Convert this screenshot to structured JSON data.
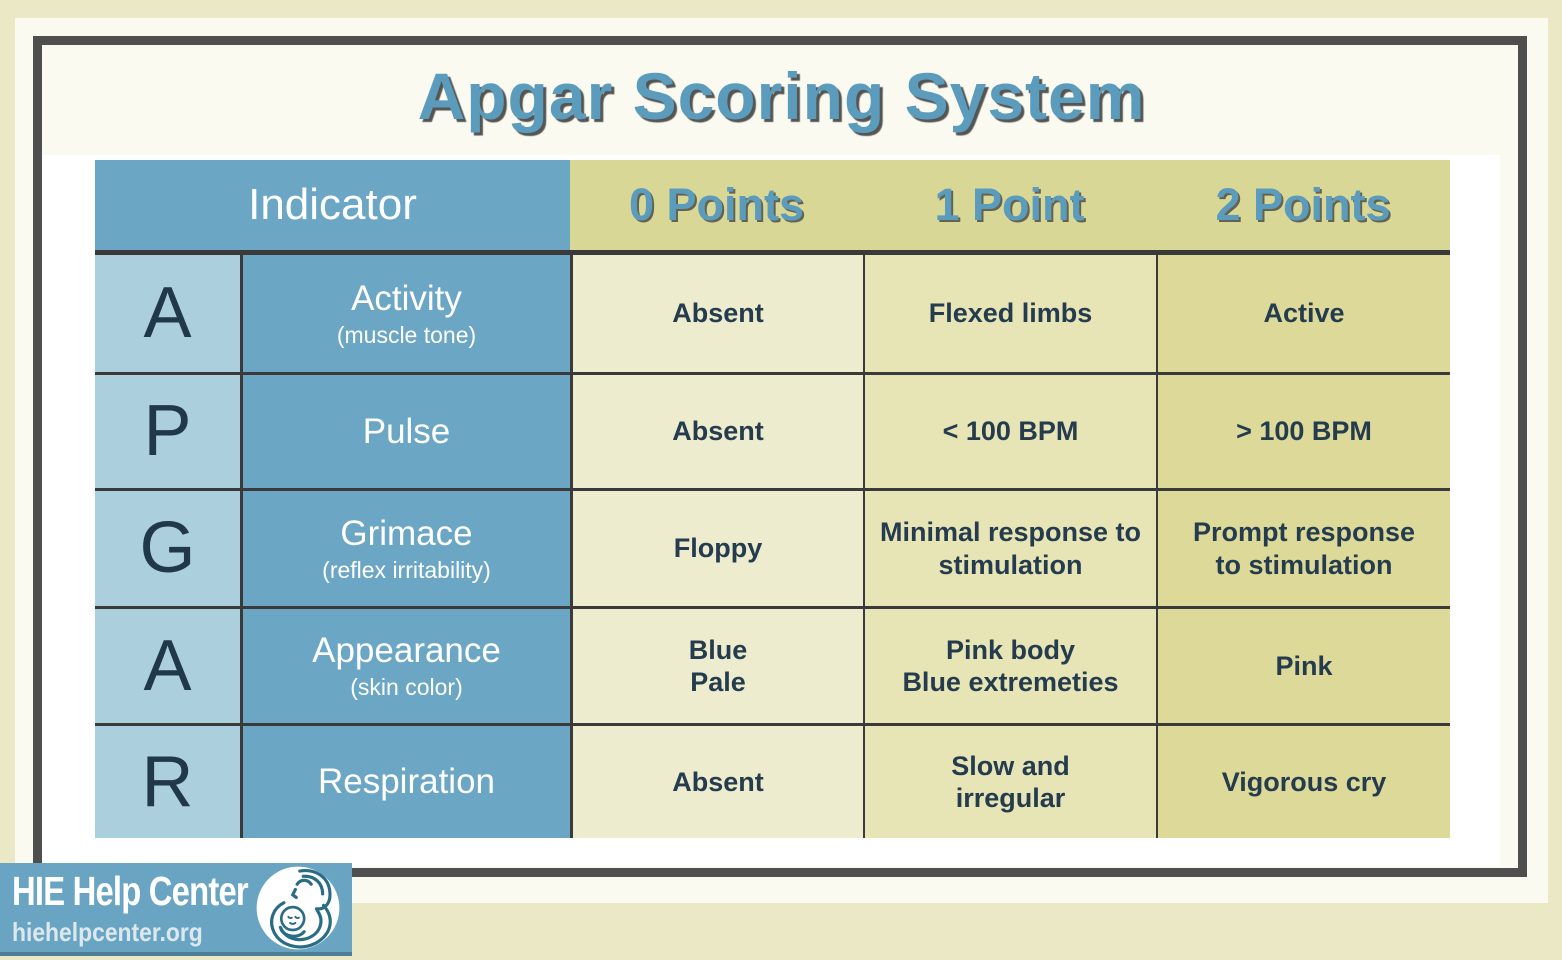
{
  "title": "Apgar Scoring System",
  "table": {
    "header": {
      "indicator": "Indicator",
      "points": [
        "0 Points",
        "1 Point",
        "2 Points"
      ]
    },
    "rows": [
      {
        "letter": "A",
        "name": "Activity",
        "subtitle": "(muscle tone)",
        "p0": "Absent",
        "p1": "Flexed limbs",
        "p2": "Active"
      },
      {
        "letter": "P",
        "name": "Pulse",
        "subtitle": "",
        "p0": "Absent",
        "p1": "< 100 BPM",
        "p2": "> 100 BPM"
      },
      {
        "letter": "G",
        "name": "Grimace",
        "subtitle": "(reflex irritability)",
        "p0": "Floppy",
        "p1": "Minimal response to\nstimulation",
        "p2": "Prompt response\nto stimulation"
      },
      {
        "letter": "A",
        "name": "Appearance",
        "subtitle": "(skin color)",
        "p0": "Blue\nPale",
        "p1": "Pink body\nBlue extremeties",
        "p2": "Pink"
      },
      {
        "letter": "R",
        "name": "Respiration",
        "subtitle": "",
        "p0": "Absent",
        "p1": "Slow and\nirregular",
        "p2": "Vigorous cry"
      }
    ]
  },
  "footer": {
    "brand": "HIE Help Center",
    "url": "hiehelpcenter.org",
    "logo_icon": "mother-and-baby-icon"
  },
  "colors": {
    "outer_background": "#ebe8c6",
    "panel_background": "#fafaf0",
    "frame": "#4f4f4f",
    "title_blue": "#5b9cbd",
    "header_blue": "#6ba7c4",
    "letter_blue": "#abcfdd",
    "header_khaki": "#d9d795",
    "cell_light": "#eeecce",
    "cell_mid": "#e7e4b6",
    "cell_dark": "#dcd999",
    "text_dark": "#243c4e",
    "logo_blue": "#69a5c3"
  }
}
